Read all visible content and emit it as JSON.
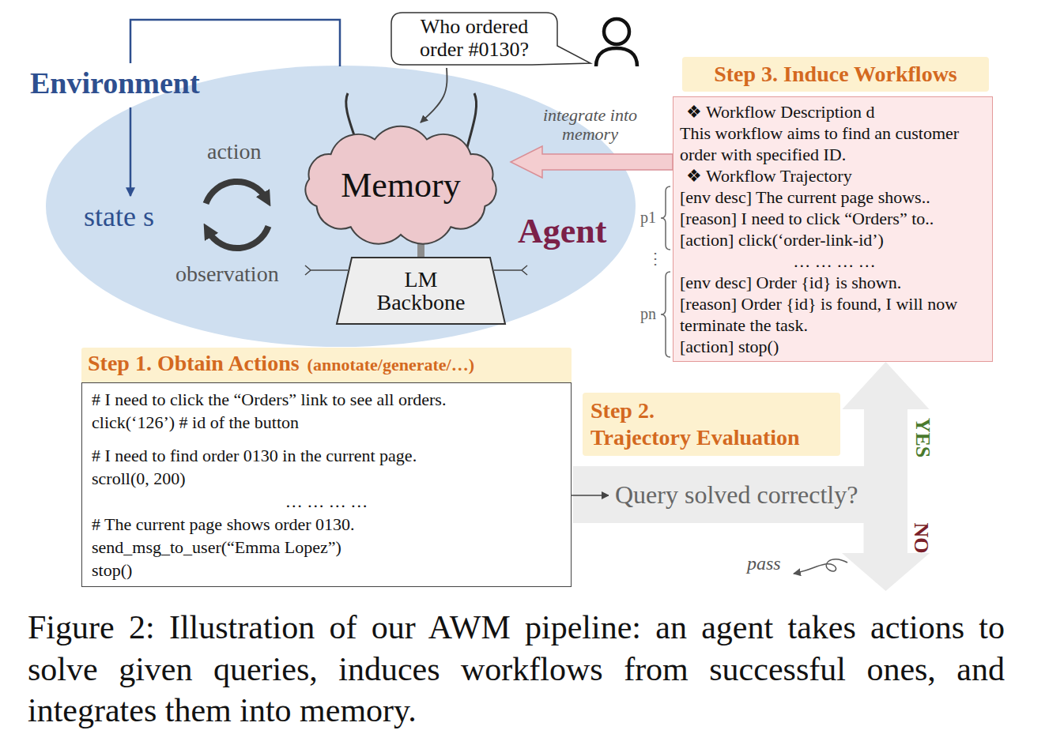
{
  "diagram": {
    "caption": "Figure 2: Illustration of our AWM pipeline: an agent takes actions to solve given queries, induces workflows from successful ones, and integrates them into memory.",
    "nodes": [
      {
        "text": [
          "Agent"
        ]
      },
      {
        "text": [
          "Memory"
        ],
        "in": 0
      },
      {
        "text": [
          "LM Backbone"
        ],
        "in": 0
      },
      {
        "text": [
          "Who ordered order #0130?"
        ]
      },
      {
        "text": [
          "Step 3. Induce Workflows"
        ]
      },
      {
        "text": [
          "❖ Workflow Description d",
          "This workflow aims to find an customer order with specified ID.",
          "❖ Workflow Trajectory",
          "[env desc] The current page shows..",
          "[reason] I need to click “Orders” to..",
          "[action] click(‘order-link-id’)",
          "… … … …",
          "[env desc] Order {id} is shown.",
          "[reason] Order {id} is found, I will now terminate the task.",
          "[action] stop()"
        ]
      },
      {
        "text": [
          "Step 1. Obtain Actions",
          "(annotate/generate/…)"
        ]
      },
      {
        "text": [
          "# I need to click the “Orders” link to see all orders.",
          "click(‘126’) # id of the button",
          "# I need to find order 0130 in the current page.",
          "scroll(0, 200)",
          "… … … …",
          "# The current page shows order 0130.",
          "send_msg_to_user(“Emma Lopez”)",
          "stop()"
        ]
      },
      {
        "text": [
          "Step 2.",
          "Trajectory Evaluation"
        ]
      },
      {
        "text": [
          "Query solved correctly?"
        ]
      }
    ],
    "edges": [
      {
        "from": 7,
        "to": 9,
        "arrow": "to"
      },
      {
        "from": 9,
        "to": 5,
        "arrow": "to",
        "label": "YES"
      },
      {
        "from": 5,
        "to": 1,
        "arrow": "to",
        "label": "integrate into memory"
      },
      {
        "from": 3,
        "to": 1,
        "arrow": "to"
      },
      {
        "from": 1,
        "to": 2,
        "arrow": "none"
      }
    ],
    "labels": [
      "Environment",
      "action",
      "state s",
      "observation",
      "p1",
      "⋮",
      "pn",
      "NO",
      "pass"
    ]
  }
}
